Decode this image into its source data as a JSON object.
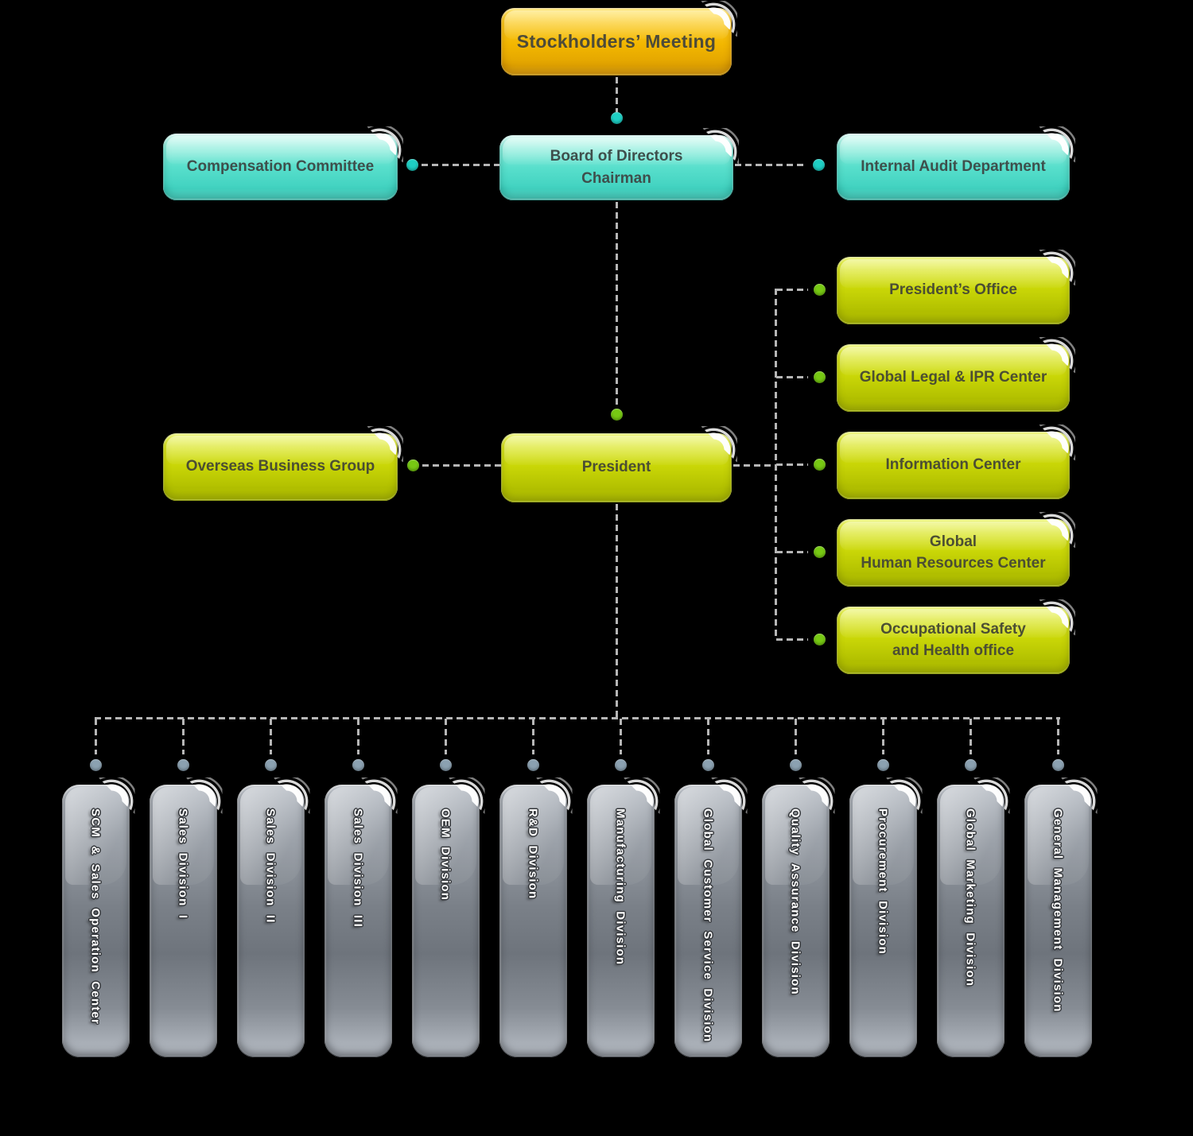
{
  "org": {
    "stockholders_meeting": "Stockholders’ Meeting",
    "compensation_committee": "Compensation Committee",
    "board_of_directors": "Board of Directors\nChairman",
    "internal_audit": "Internal Audit Department",
    "overseas_business_group": "Overseas Business Group",
    "president": "President",
    "staff_offices": [
      "President’s Office",
      "Global Legal & IPR Center",
      "Information Center",
      "Global\nHuman Resources Center",
      "Occupational Safety\nand Health office"
    ],
    "divisions": [
      "SCM & Sales Operation Center",
      "Sales Division I",
      "Sales Division II",
      "Sales Division III",
      "OEM Division",
      "R&D Division",
      "Manufacturing Division",
      "Global Customer Service Division",
      "Quality Assurance Division",
      "Procurement Division",
      "Global Marketing Division",
      "General Management Division"
    ]
  },
  "colors": {
    "background": "#000000",
    "gold_box": "#f2b600",
    "cyan_box": "#4ed9c7",
    "green_box": "#c2d004",
    "grey_box": "#8a9098",
    "dot_cyan": "#1ecfc4",
    "dot_green": "#77c913",
    "dot_steel_blue": "#8ba1b1",
    "dashed_line": "#b6b6b6",
    "box_text_dark": "#4b4e3b",
    "division_text": "#ffffff"
  }
}
